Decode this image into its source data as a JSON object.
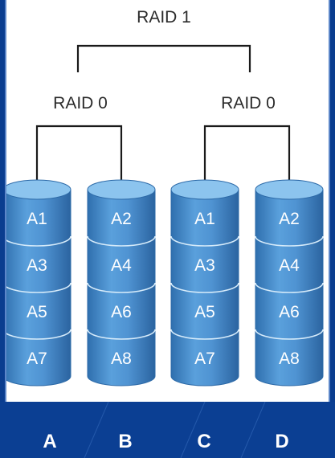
{
  "diagram": {
    "top_label": "RAID 1",
    "mirror_labels": [
      "RAID 0",
      "RAID 0"
    ],
    "disks": [
      {
        "blocks": [
          "A1",
          "A3",
          "A5",
          "A7"
        ]
      },
      {
        "blocks": [
          "A2",
          "A4",
          "A6",
          "A8"
        ]
      },
      {
        "blocks": [
          "A1",
          "A3",
          "A5",
          "A7"
        ]
      },
      {
        "blocks": [
          "A2",
          "A4",
          "A6",
          "A8"
        ]
      }
    ]
  },
  "footer": {
    "drive_letters": [
      "A",
      "B",
      "C",
      "D"
    ]
  },
  "colors": {
    "disk_face": "#4f93d2",
    "disk_top": "#8cc4ee",
    "disk_edge": "#2d6aa8",
    "footer_bg": "#0b3f93"
  }
}
